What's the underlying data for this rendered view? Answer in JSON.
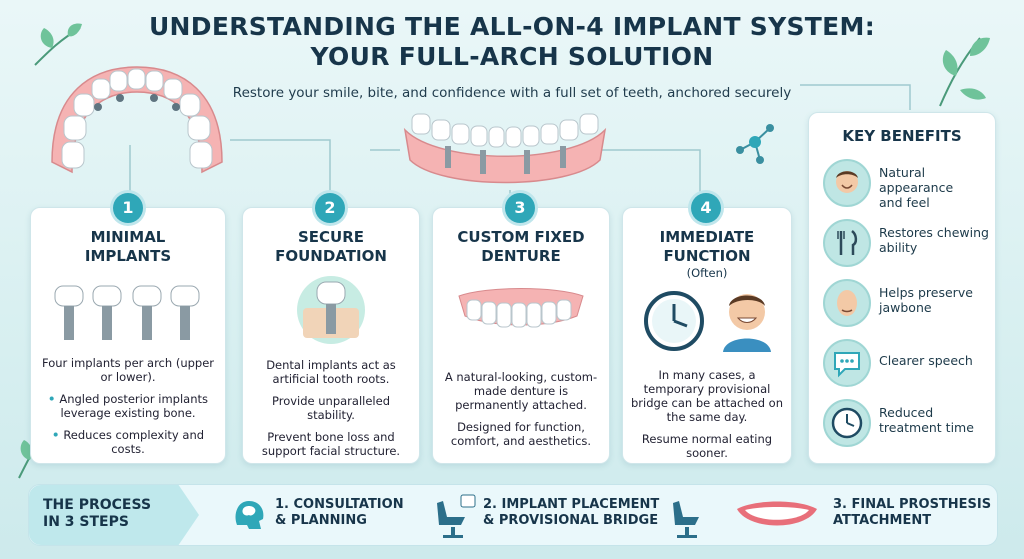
{
  "header": {
    "title_line1": "UNDERSTANDING THE ALL-ON-4 IMPLANT SYSTEM:",
    "title_line2": "YOUR FULL-ARCH SOLUTION",
    "subtitle": "Restore your smile, bite, and confidence with a full set of teeth, anchored securely"
  },
  "steps": [
    {
      "number": "1",
      "title_line1": "MINIMAL",
      "title_line2": "IMPLANTS",
      "text1": "Four implants per arch (upper or lower).",
      "bullet1": "Angled posterior implants leverage existing bone.",
      "bullet2": "Reduces complexity and costs."
    },
    {
      "number": "2",
      "title_line1": "SECURE",
      "title_line2": "FOUNDATION",
      "text1": "Dental implants act as artificial tooth roots.",
      "text2": "Provide unparalleled stability.",
      "text3": "Prevent bone loss and support facial structure."
    },
    {
      "number": "3",
      "title_line1": "CUSTOM FIXED",
      "title_line2": "DENTURE",
      "text1": "A natural-looking, custom-made denture is permanently attached.",
      "text2": "Designed for function, comfort, and aesthetics."
    },
    {
      "number": "4",
      "title_line1": "IMMEDIATE",
      "title_line2": "FUNCTION",
      "note": "(Often)",
      "text1": "In many cases, a temporary provisional bridge can be attached on the same day.",
      "text2": "Resume normal eating sooner."
    }
  ],
  "benefits": {
    "title": "KEY BENEFITS",
    "items": [
      {
        "label": "Natural appearance and feel",
        "icon": "smiling-face-icon"
      },
      {
        "label": "Restores chewing ability",
        "icon": "fork-knife-icon"
      },
      {
        "label": "Helps preserve jawbone",
        "icon": "face-profile-icon"
      },
      {
        "label": "Clearer speech",
        "icon": "speech-bubble-icon"
      },
      {
        "label": "Reduced treatment time",
        "icon": "clock-icon"
      }
    ]
  },
  "process": {
    "heading_line1": "THE PROCESS",
    "heading_line2": "IN 3 STEPS",
    "steps": [
      {
        "line1": "1. CONSULTATION",
        "line2": "& PLANNING"
      },
      {
        "line1": "2. IMPLANT PLACEMENT",
        "line2": "& PROVISIONAL BRIDGE"
      },
      {
        "line1": "3. FINAL PROSTHESIS",
        "line2": "ATTACHMENT"
      }
    ]
  },
  "colors": {
    "accent": "#2fa7b8",
    "title": "#17354a",
    "gum": "#f2a9ab"
  }
}
